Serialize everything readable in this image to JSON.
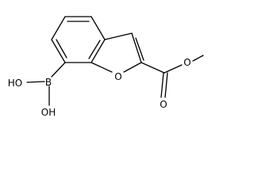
{
  "molecule": {
    "atom_labels": {
      "oxygen_ring": "O",
      "oxygen_carbonyl": "O",
      "oxygen_ester": "O",
      "boron": "B",
      "hydroxyl_upper": "HO",
      "hydroxyl_lower": "OH"
    },
    "colors": {
      "bond": "#000000",
      "label": "#000000",
      "background": "#ffffff"
    }
  }
}
